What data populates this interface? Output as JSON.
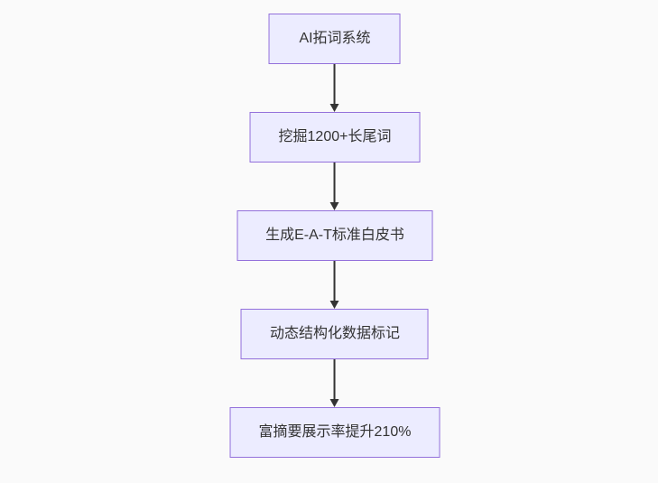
{
  "diagram": {
    "type": "flowchart",
    "direction": "top-down",
    "background_color": "#fafafa",
    "node_fill_color": "#ECECFF",
    "node_border_color": "#9370DB",
    "arrow_color": "#333333",
    "text_color": "#333333",
    "nodes": [
      {
        "id": "n1",
        "label": "AI拓词系统"
      },
      {
        "id": "n2",
        "label": "挖掘1200+长尾词"
      },
      {
        "id": "n3",
        "label": "生成E-A-T标准白皮书"
      },
      {
        "id": "n4",
        "label": "动态结构化数据标记"
      },
      {
        "id": "n5",
        "label": "富摘要展示率提升210%"
      }
    ],
    "edges": [
      {
        "from": "n1",
        "to": "n2"
      },
      {
        "from": "n2",
        "to": "n3"
      },
      {
        "from": "n3",
        "to": "n4"
      },
      {
        "from": "n4",
        "to": "n5"
      }
    ]
  }
}
